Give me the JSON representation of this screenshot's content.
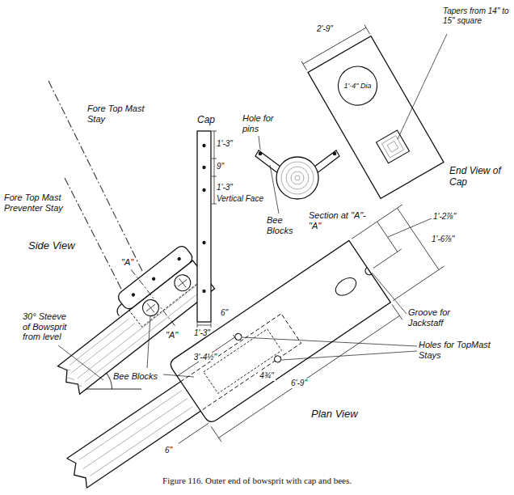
{
  "diagram": {
    "caption": "Figure 116. Outer end of bowsprit with cap and bees.",
    "labels": [
      "Fore Top Mast Stay",
      "Fore Top Mast Preventer Stay",
      "Side View",
      "\"A\"",
      "\"A\"",
      "Cap",
      "1'-3\"",
      "9\"",
      "1'-3\"",
      "Vertical Face",
      "1'-3\"",
      "Hole for pins",
      "Bee Blocks",
      "Section at \"A\"-\"A\"",
      "2'-9\"",
      "1'-4\" Dia",
      "Tapers from 14\" to 15\" square",
      "End View of Cap",
      "30° Steeve of Bowsprit from level",
      "Bee Blocks",
      "3'-4½\"",
      "6\"",
      "1'-2⅞\"",
      "1'-6⅞\"",
      "Groove for Jackstaff",
      "Holes for TopMast Stays",
      "4¾\"",
      "6'-9\"",
      "6\"",
      "Plan View"
    ]
  }
}
